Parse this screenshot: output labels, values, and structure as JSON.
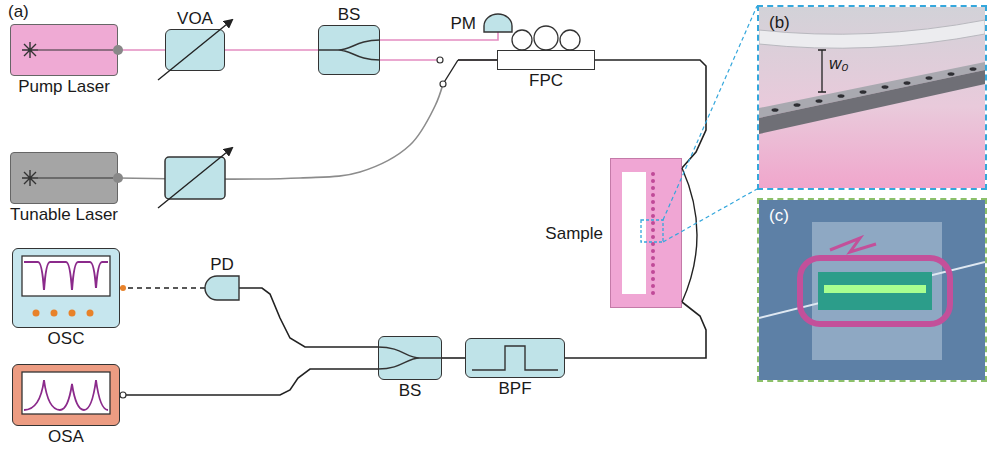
{
  "diagram": {
    "nodes": [
      {
        "text": [
          "Pump Laser"
        ]
      },
      {
        "text": [
          "VOA"
        ]
      },
      {
        "text": [
          "BS"
        ]
      },
      {
        "text": [
          "PM"
        ]
      },
      {
        "text": [
          "FPC"
        ]
      },
      {
        "text": [
          "(b)",
          "w₀"
        ]
      },
      {
        "text": [
          "Tunable Laser"
        ]
      },
      {
        "text": [
          "Sample"
        ]
      },
      {
        "text": [
          "(c)"
        ]
      },
      {
        "text": [
          "OSC"
        ]
      },
      {
        "text": [
          "PD"
        ]
      },
      {
        "text": [
          "BS"
        ]
      },
      {
        "text": [
          "BPF"
        ]
      },
      {
        "text": [
          "OSA"
        ]
      }
    ],
    "edges": [
      {
        "from": 0,
        "to": 1,
        "arrow": "none"
      },
      {
        "from": 1,
        "to": 2,
        "arrow": "none"
      },
      {
        "from": 2,
        "to": 3,
        "arrow": "none"
      },
      {
        "from": 2,
        "to": 4,
        "arrow": "none"
      },
      {
        "from": 6,
        "to": 4,
        "arrow": "none"
      },
      {
        "from": 4,
        "to": 7,
        "arrow": "none"
      },
      {
        "from": 7,
        "to": 12,
        "arrow": "none"
      },
      {
        "from": 12,
        "to": 11,
        "arrow": "none"
      },
      {
        "from": 11,
        "to": 10,
        "arrow": "none"
      },
      {
        "from": 10,
        "to": 9,
        "arrow": "none"
      },
      {
        "from": 11,
        "to": 13,
        "arrow": "none"
      }
    ],
    "labels": [
      "(a)"
    ]
  }
}
